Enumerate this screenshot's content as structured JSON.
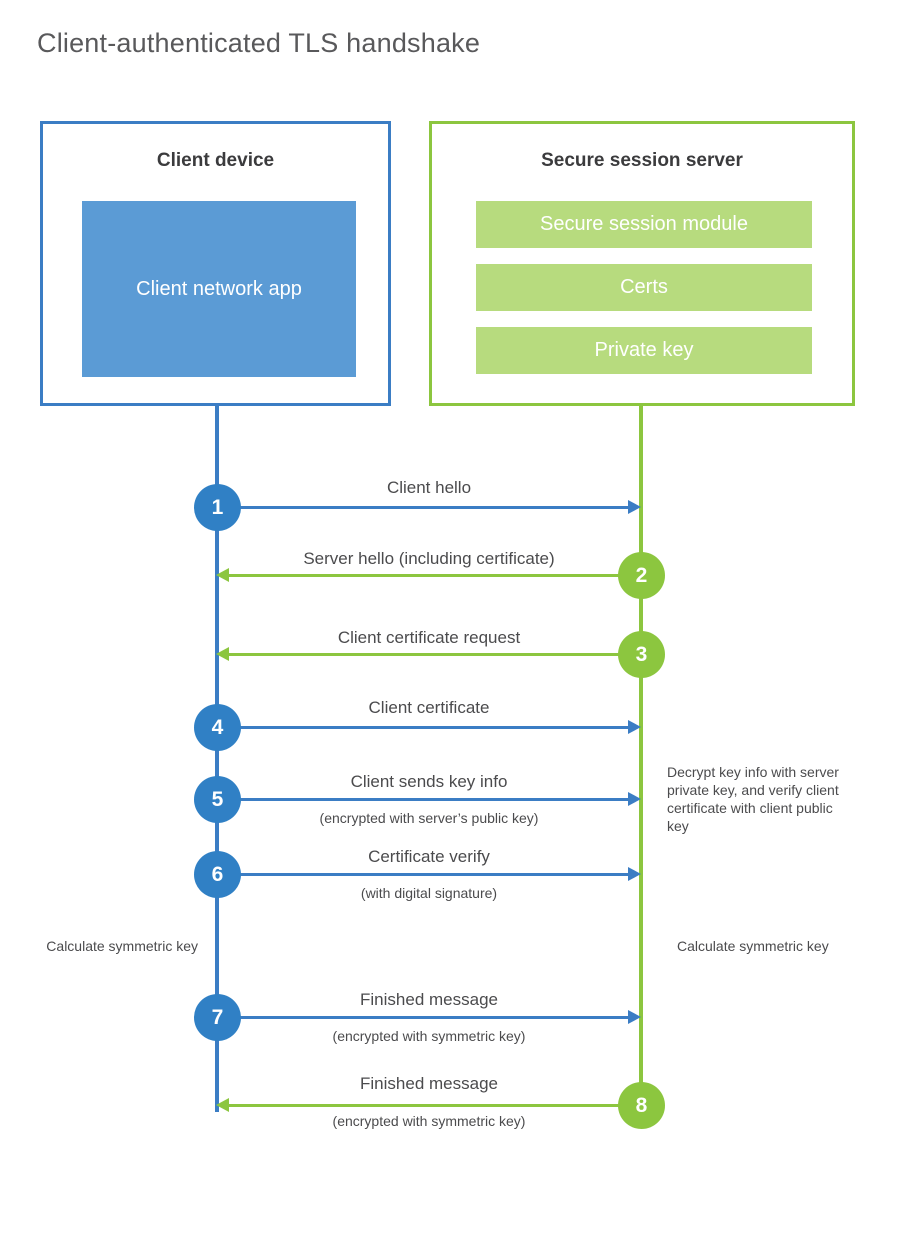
{
  "title": "Client-authenticated TLS handshake",
  "colors": {
    "blue_border": "#3b7dc4",
    "blue_fill": "#5b9bd5",
    "blue_circle": "#3080c5",
    "green_border": "#8cc63f",
    "green_fill": "#b7db7e",
    "green_circle": "#8cc63f",
    "title_text": "#59595b",
    "body_text": "#4b4b4d",
    "background": "#ffffff"
  },
  "client": {
    "title": "Client device",
    "app_label": "Client network app"
  },
  "server": {
    "title": "Secure session server",
    "bars": [
      {
        "label": "Secure session module"
      },
      {
        "label": "Certs"
      },
      {
        "label": "Private key"
      }
    ]
  },
  "steps": [
    {
      "number": "1",
      "label": "Client hello",
      "sublabel": "",
      "direction": "client-to-server",
      "color": "blue"
    },
    {
      "number": "2",
      "label": "Server hello (including certificate)",
      "sublabel": "",
      "direction": "server-to-client",
      "color": "green"
    },
    {
      "number": "3",
      "label": "Client certificate request",
      "sublabel": "",
      "direction": "server-to-client",
      "color": "green"
    },
    {
      "number": "4",
      "label": "Client certificate",
      "sublabel": "",
      "direction": "client-to-server",
      "color": "blue"
    },
    {
      "number": "5",
      "label": "Client sends key info",
      "sublabel": "(encrypted with server’s public key)",
      "direction": "client-to-server",
      "color": "blue"
    },
    {
      "number": "6",
      "label": "Certificate verify",
      "sublabel": "(with digital signature)",
      "direction": "client-to-server",
      "color": "blue"
    },
    {
      "number": "7",
      "label": "Finished message",
      "sublabel": "(encrypted with symmetric key)",
      "direction": "client-to-server",
      "color": "blue"
    },
    {
      "number": "8",
      "label": "Finished message",
      "sublabel": "(encrypted with symmetric key)",
      "direction": "server-to-client",
      "color": "green"
    }
  ],
  "annotations": {
    "server_decrypt_note": "Decrypt key info with server private key, and verify client certificate with client public key",
    "client_calculate_note": "Calculate symmetric key",
    "server_calculate_note": "Calculate symmetric key"
  }
}
